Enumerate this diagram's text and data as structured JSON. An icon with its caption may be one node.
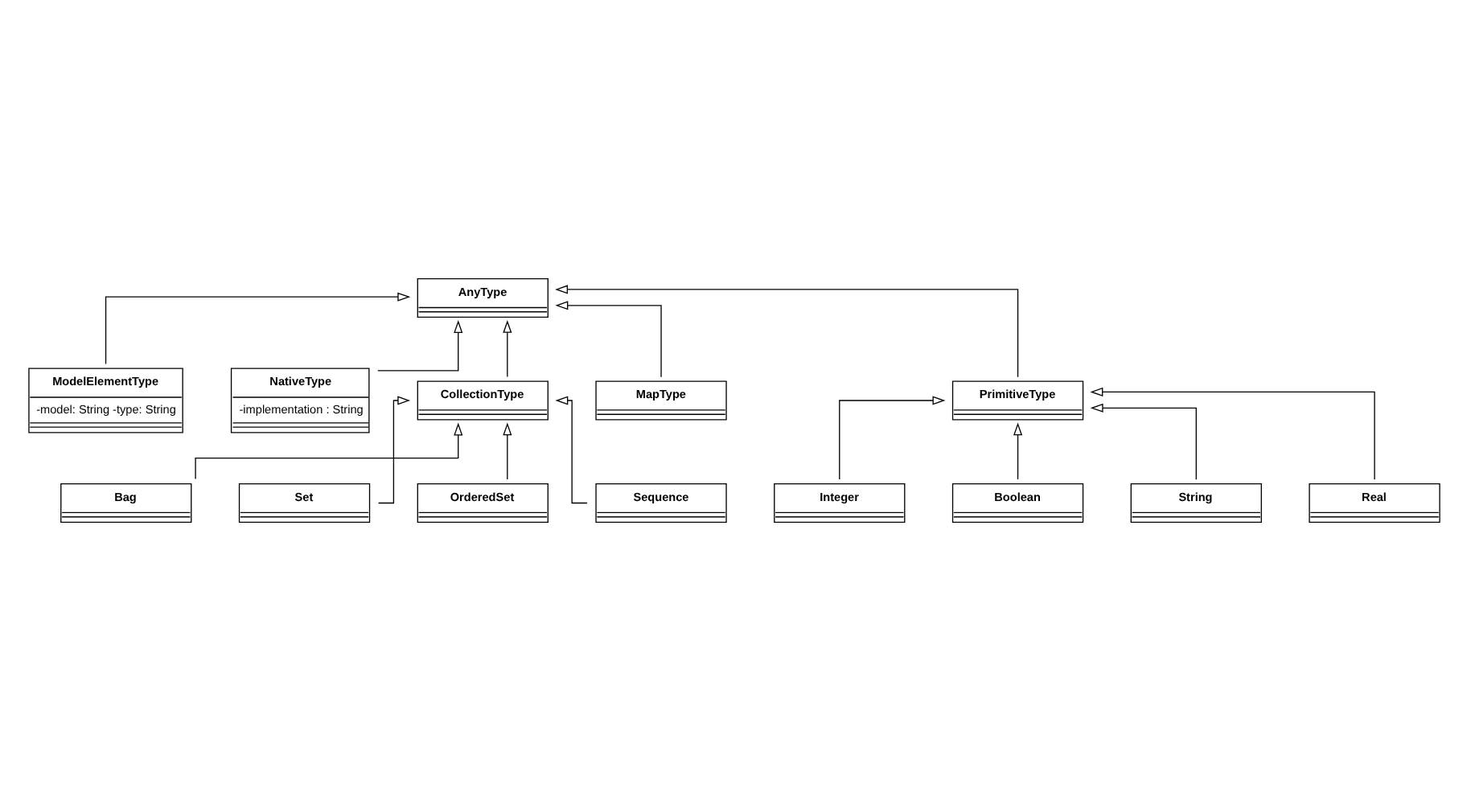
{
  "diagram": {
    "nodes": [
      {
        "text": [
          "ModelElementType",
          "-model: String -type: String"
        ]
      },
      {
        "text": [
          "NativeType",
          "-implementation : String"
        ]
      },
      {
        "text": [
          "AnyType"
        ]
      },
      {
        "text": [
          "CollectionType"
        ]
      },
      {
        "text": [
          "MapType"
        ]
      },
      {
        "text": [
          "Bag"
        ]
      },
      {
        "text": [
          "Set"
        ]
      },
      {
        "text": [
          "OrderedSet"
        ]
      },
      {
        "text": [
          "Sequence"
        ]
      },
      {
        "text": [
          "PrimitiveType"
        ]
      },
      {
        "text": [
          "Integer"
        ]
      },
      {
        "text": [
          "Boolean"
        ]
      },
      {
        "text": [
          "String"
        ]
      },
      {
        "text": [
          "Real"
        ]
      }
    ],
    "edges": [
      {
        "from": 0,
        "to": 2,
        "arrow": "to"
      },
      {
        "from": 1,
        "to": 2,
        "arrow": "to"
      },
      {
        "from": 3,
        "to": 2,
        "arrow": "to"
      },
      {
        "from": 4,
        "to": 2,
        "arrow": "to"
      },
      {
        "from": 9,
        "to": 2,
        "arrow": "to"
      },
      {
        "from": 5,
        "to": 3,
        "arrow": "to"
      },
      {
        "from": 6,
        "to": 3,
        "arrow": "to"
      },
      {
        "from": 7,
        "to": 3,
        "arrow": "to"
      },
      {
        "from": 8,
        "to": 3,
        "arrow": "to"
      },
      {
        "from": 10,
        "to": 9,
        "arrow": "to"
      },
      {
        "from": 11,
        "to": 9,
        "arrow": "to"
      },
      {
        "from": 12,
        "to": 9,
        "arrow": "to"
      },
      {
        "from": 13,
        "to": 9,
        "arrow": "to"
      }
    ]
  }
}
